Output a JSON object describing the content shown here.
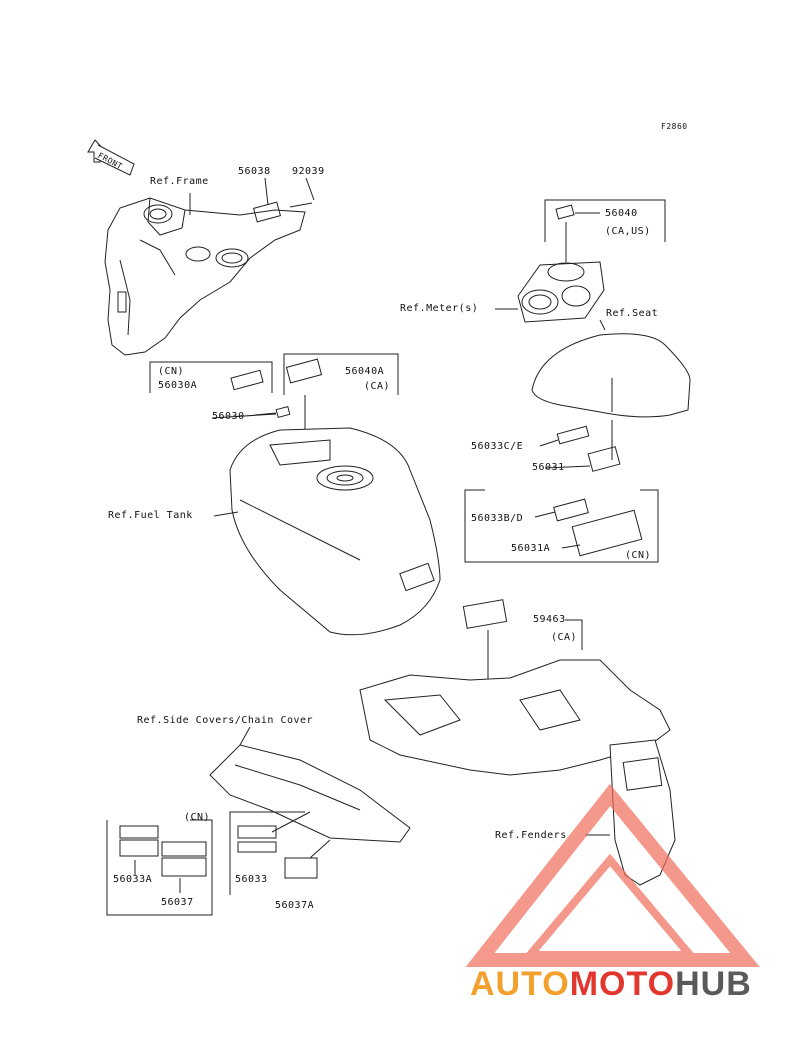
{
  "diagram_code": "F2860",
  "front_label": "FRONT",
  "labels": {
    "ref_frame": "Ref.Frame",
    "p56038": "56038",
    "p92039": "92039",
    "p56040": "56040",
    "ca_us": "(CA,US)",
    "ref_meter": "Ref.Meter(s)",
    "ref_seat": "Ref.Seat",
    "cn_1": "(CN)",
    "p56030a": "56030A",
    "p56040a": "56040A",
    "ca_1": "(CA)",
    "p56030": "56030",
    "p56033ce": "56033C/E",
    "p56031": "56031",
    "ref_fuel_tank": "Ref.Fuel Tank",
    "p56033bd": "56033B/D",
    "p56031a": "56031A",
    "cn_2": "(CN)",
    "p59463": "59463",
    "ca_2": "(CA)",
    "ref_side_covers": "Ref.Side Covers/Chain Cover",
    "cn_3": "(CN)",
    "ref_fenders": "Ref.Fenders",
    "p56033a": "56033A",
    "p56033": "56033",
    "p56037": "56037",
    "p56037a": "56037A"
  },
  "watermark": {
    "part1": "AUTO",
    "part2": "MOTO",
    "part3": "HUB",
    "colors": {
      "orange": "#f3a12c",
      "red": "#e2372f",
      "gray": "#5a5a5a"
    }
  }
}
